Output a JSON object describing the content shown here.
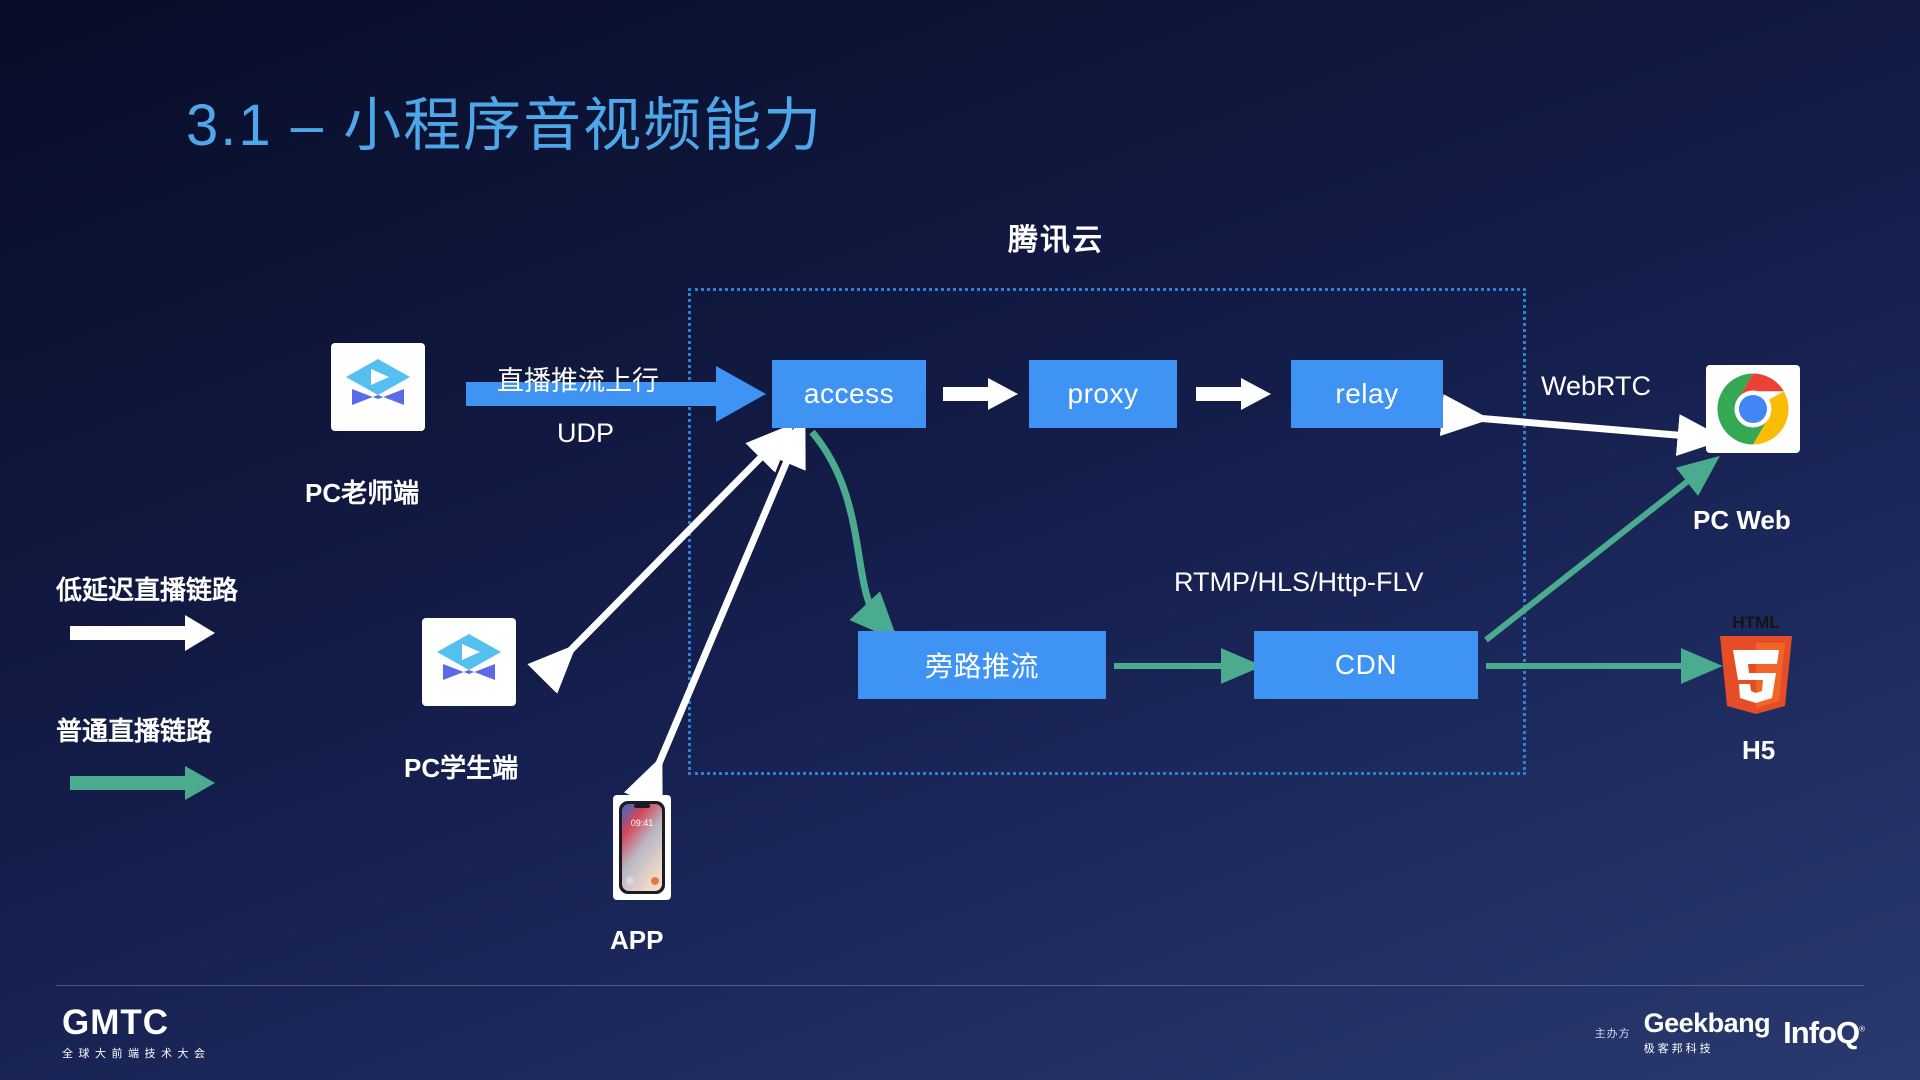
{
  "slide": {
    "title": "3.1 – 小程序音视频能力",
    "background_top": "#080c28",
    "background_bottom": "#2a3a6e",
    "title_color": "#4da7e8"
  },
  "cloud": {
    "label": "腾讯云",
    "border_color": "#2f7fd4",
    "border_style": "dotted"
  },
  "nodes": {
    "access": "access",
    "proxy": "proxy",
    "relay": "relay",
    "bypass": "旁路推流",
    "cdn": "CDN",
    "fill_color": "#3f93f2",
    "text_color": "#ffffff"
  },
  "labels": {
    "push_upstream": "直播推流上行",
    "udp": "UDP",
    "webrtc": "WebRTC",
    "rtmp": "RTMP/HLS/Http-FLV"
  },
  "devices": {
    "teacher": {
      "caption": "PC老师端",
      "icon": "education-play-icon"
    },
    "student": {
      "caption": "PC学生端",
      "icon": "education-play-icon"
    },
    "app": {
      "caption": "APP",
      "icon": "iphone-icon",
      "screen_time": "09:41"
    },
    "pc_web": {
      "caption": "PC Web",
      "icon": "chrome-icon"
    },
    "h5": {
      "caption": "H5",
      "icon": "html5-icon",
      "badge": "HTML",
      "number": "5"
    }
  },
  "legend": [
    {
      "text": "低延迟直播链路",
      "color": "#ffffff",
      "arrow": "white-arrow-icon"
    },
    {
      "text": "普通直播链路",
      "color": "#4bab8f",
      "arrow": "green-arrow-icon"
    }
  ],
  "footer": {
    "logo_main": "GMTC",
    "logo_sub": "全球大前端技术大会",
    "sponsor_label": "主办方",
    "geekbang_main": "Geekbang",
    "geekbang_sub": "极客邦科技",
    "infoq": "InfoQ"
  }
}
